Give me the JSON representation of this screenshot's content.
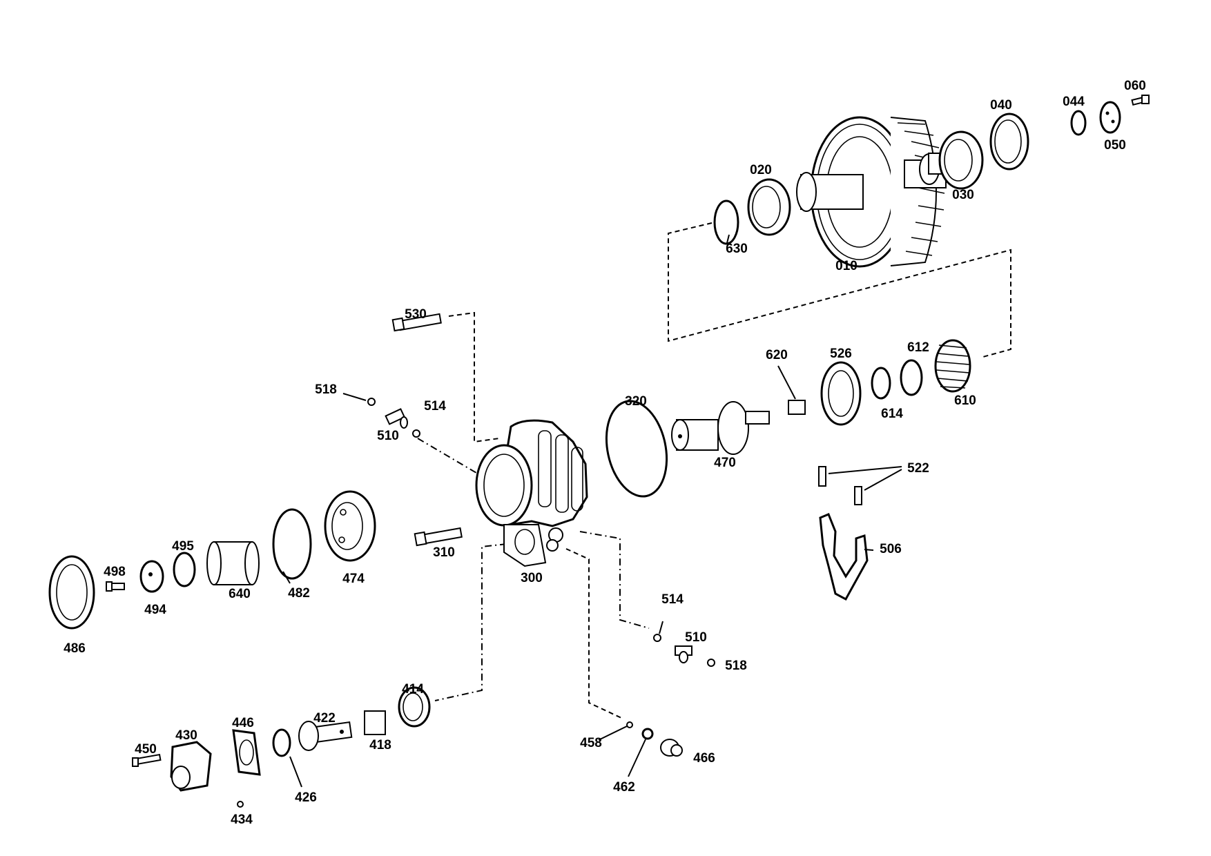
{
  "diagram": {
    "part_labels": [
      "010",
      "020",
      "030",
      "040",
      "044",
      "050",
      "060",
      "300",
      "310",
      "320",
      "414",
      "418",
      "422",
      "426",
      "430",
      "434",
      "446",
      "450",
      "458",
      "462",
      "466",
      "470",
      "474",
      "482",
      "486",
      "494",
      "495",
      "498",
      "506",
      "510",
      "510",
      "514",
      "514",
      "518",
      "518",
      "522",
      "526",
      "530",
      "610",
      "612",
      "614",
      "620",
      "630",
      "640"
    ]
  }
}
